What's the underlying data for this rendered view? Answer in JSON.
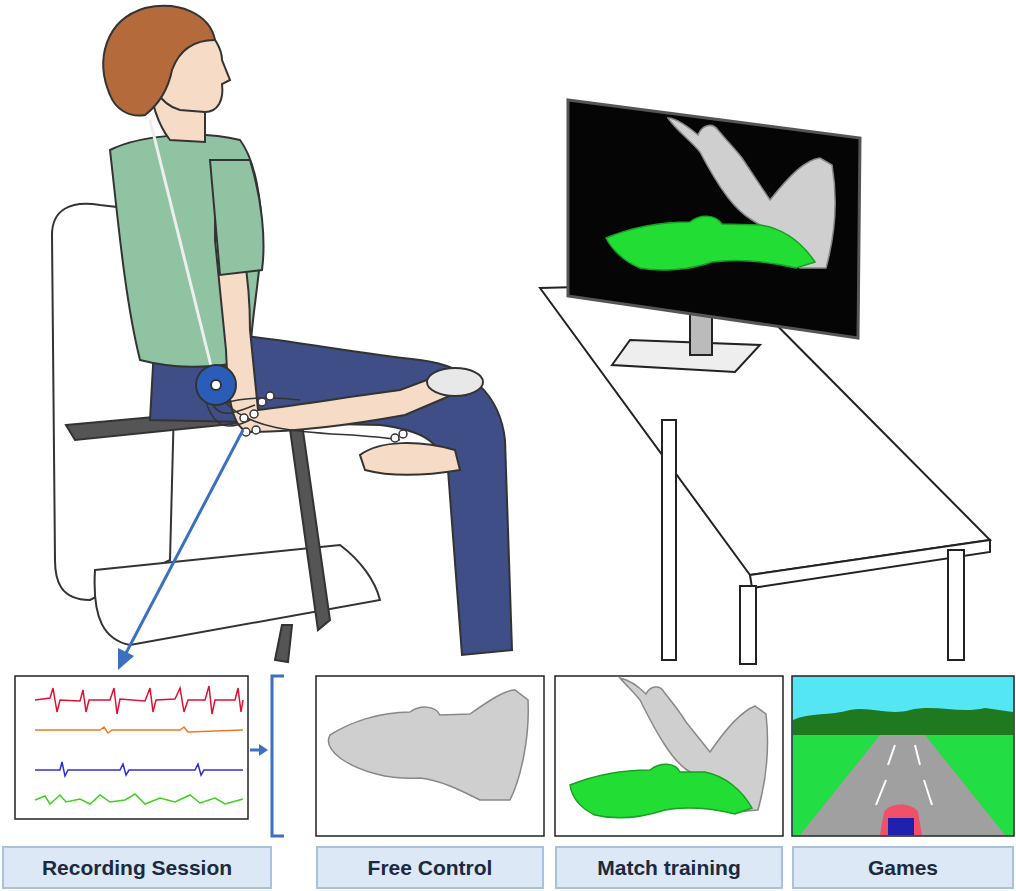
{
  "diagram": {
    "nodes": [
      {
        "text": [
          "Recording Session"
        ]
      },
      {
        "text": [
          "Free Control"
        ]
      },
      {
        "text": [
          "Match training"
        ]
      },
      {
        "text": [
          "Games"
        ]
      }
    ]
  }
}
